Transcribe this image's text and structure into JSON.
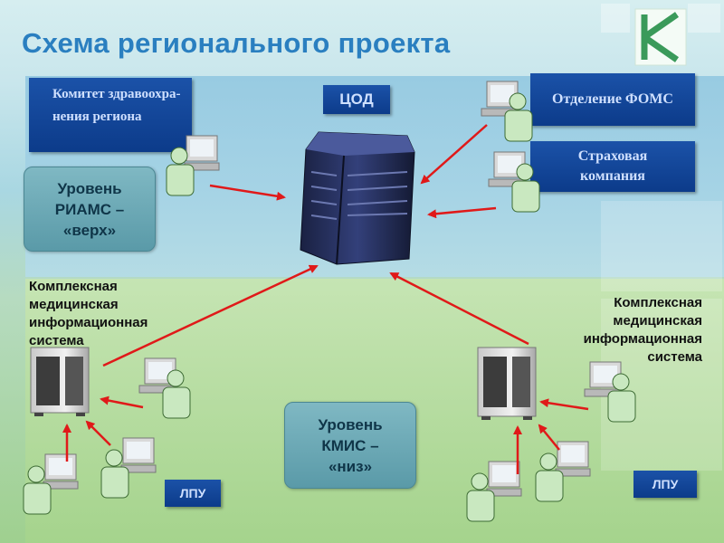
{
  "title": "Схема регионального проекта",
  "boxes": {
    "committee": "Комитет здравоохра-нения региона",
    "cod": "ЦОД",
    "foms": "Отделение ФОМС",
    "insurance": "Страховая компания",
    "riams": "Уровень РИАМС – «верх»",
    "kmis_level": "Уровень КМИС – «низ»",
    "lpu_left": "ЛПУ",
    "lpu_right": "ЛПУ"
  },
  "labels": {
    "kmis_left": "Комплексная медицинская информационная система",
    "kmis_right": "Комплексная медицинская информационная система"
  },
  "colors": {
    "title": "#2a7fc0",
    "navy_box": "#1346a0",
    "teal_box": "#6aa9b5",
    "arrow": "#e01919"
  }
}
